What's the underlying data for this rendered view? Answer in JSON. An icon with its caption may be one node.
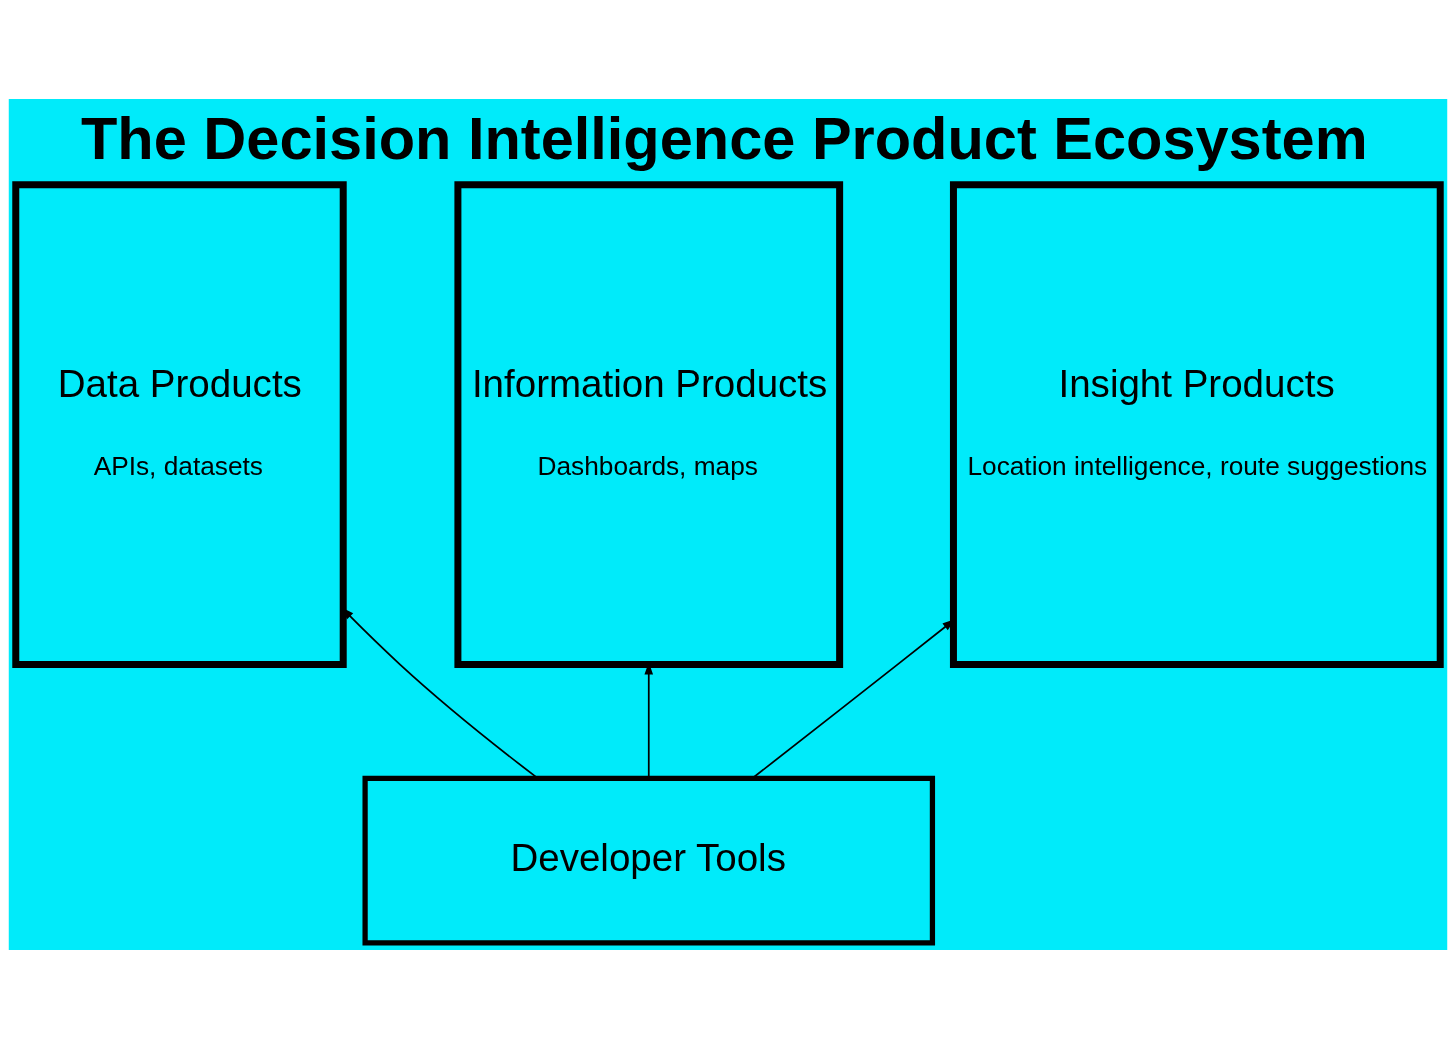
{
  "diagram": {
    "title": "The Decision Intelligence Product Ecosystem",
    "nodes": [
      {
        "text": [
          "Data Products",
          "APIs, datasets"
        ]
      },
      {
        "text": [
          "Information Products",
          "Dashboards, maps"
        ]
      },
      {
        "text": [
          "Insight Products",
          "Location intelligence, route suggestions"
        ]
      },
      {
        "text": [
          "Developer Tools"
        ]
      }
    ],
    "edges": [
      {
        "from": 3,
        "to": 0,
        "arrow": "to"
      },
      {
        "from": 3,
        "to": 1,
        "arrow": "to"
      },
      {
        "from": 3,
        "to": 2,
        "arrow": "to"
      }
    ]
  }
}
